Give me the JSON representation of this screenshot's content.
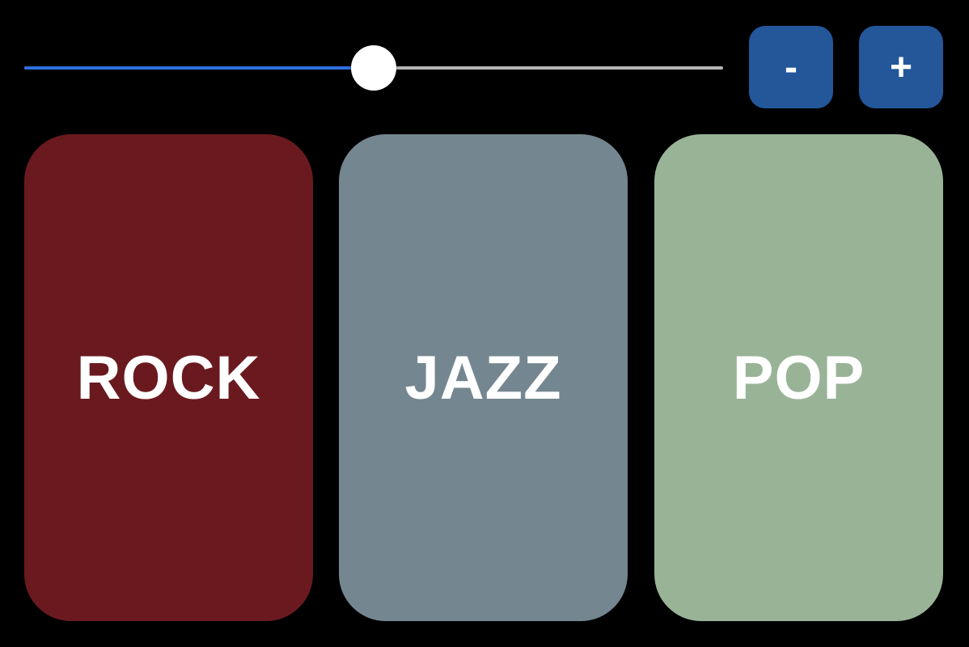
{
  "slider": {
    "value": 0.5,
    "fill_color": "#2f6fde",
    "track_color": "#b5b5b5"
  },
  "buttons": {
    "decrement_label": "-",
    "increment_label": "+",
    "color": "#23579a"
  },
  "genres": [
    {
      "label": "ROCK",
      "color": "#6a1a1f"
    },
    {
      "label": "JAZZ",
      "color": "#74868f"
    },
    {
      "label": "POP",
      "color": "#99b397"
    }
  ]
}
